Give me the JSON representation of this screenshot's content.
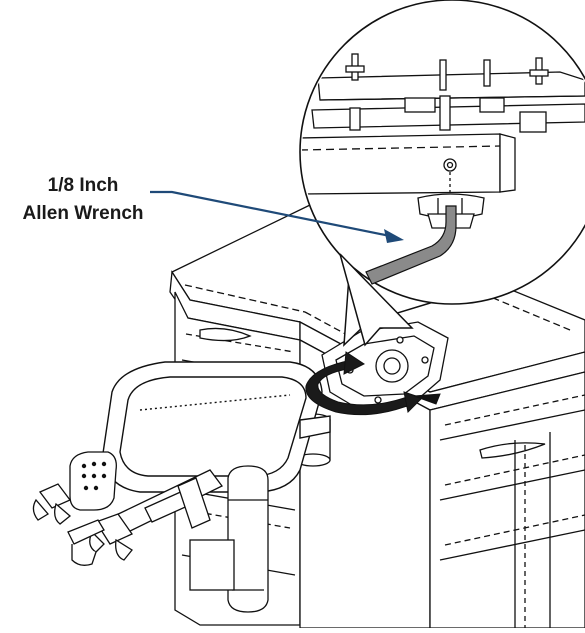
{
  "callout": {
    "line1": "1/8 Inch",
    "line2": "Allen Wrench"
  },
  "colors": {
    "leader_line": "#1f4a78",
    "wrench_fill": "#8a8a8a",
    "rotate_arrow_fill": "#1a1a1a",
    "zoom_fill": "#ffffff",
    "line": "#111111"
  },
  "icons": {
    "rotation_arrow": "curved-double-arrow",
    "zoom_pointer": "magnify-bubble-pointer"
  }
}
